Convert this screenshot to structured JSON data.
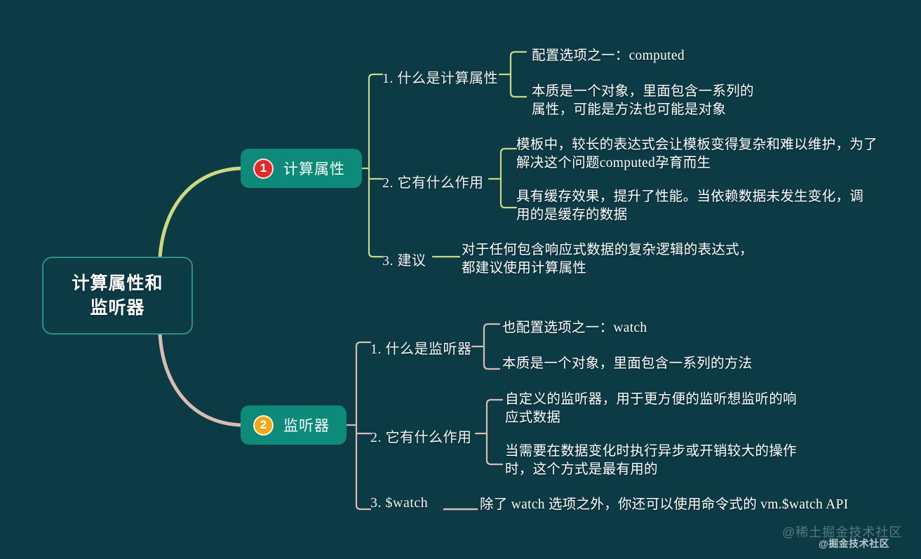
{
  "theme": {
    "background": "#0c3a45",
    "branch_node_fill": "#0d8a7a",
    "root_border": "#2c8f86",
    "branch1_line": "#cdd882",
    "branch2_line": "#d7bdb2",
    "badge1_color": "#e12b28",
    "badge2_color": "#f0a81a",
    "text_color": "#ffffff"
  },
  "root": {
    "label": "计算属性和\n监听器"
  },
  "branches": [
    {
      "badge": "1",
      "badge_icon": "circled-number-one-icon",
      "label": "计算属性",
      "topics": [
        {
          "label": "1. 什么是计算属性",
          "leaves": [
            "配置选项之一：computed",
            "本质是一个对象，里面包含一系列的\n属性，可能是方法也可能是对象"
          ]
        },
        {
          "label": "2. 它有什么作用",
          "leaves": [
            "模板中，较长的表达式会让模板变得复杂和难以维护，为了\n解决这个问题computed孕育而生",
            "具有缓存效果，提升了性能。当依赖数据未发生变化，调\n用的是缓存的数据"
          ]
        },
        {
          "label": "3. 建议",
          "leaves": [
            "对于任何包含响应式数据的复杂逻辑的表达式，\n都建议使用计算属性"
          ]
        }
      ]
    },
    {
      "badge": "2",
      "badge_icon": "circled-number-two-icon",
      "label": "监听器",
      "topics": [
        {
          "label": "1. 什么是监听器",
          "leaves": [
            "也配置选项之一：watch",
            "本质是一个对象，里面包含一系列的方法"
          ]
        },
        {
          "label": "2. 它有什么作用",
          "leaves": [
            "自定义的监听器，用于更方便的监听想监听的响\n应式数据",
            "当需要在数据变化时执行异步或开销较大的操作\n时，这个方式是最有用的"
          ]
        },
        {
          "label": "3. $watch",
          "leaves": [
            "除了 watch 选项之外，你还可以使用命令式的 vm.$watch API"
          ]
        }
      ]
    }
  ],
  "watermarks": {
    "light": "@稀土掘金技术社区",
    "bold": "@掘金技术社区"
  }
}
